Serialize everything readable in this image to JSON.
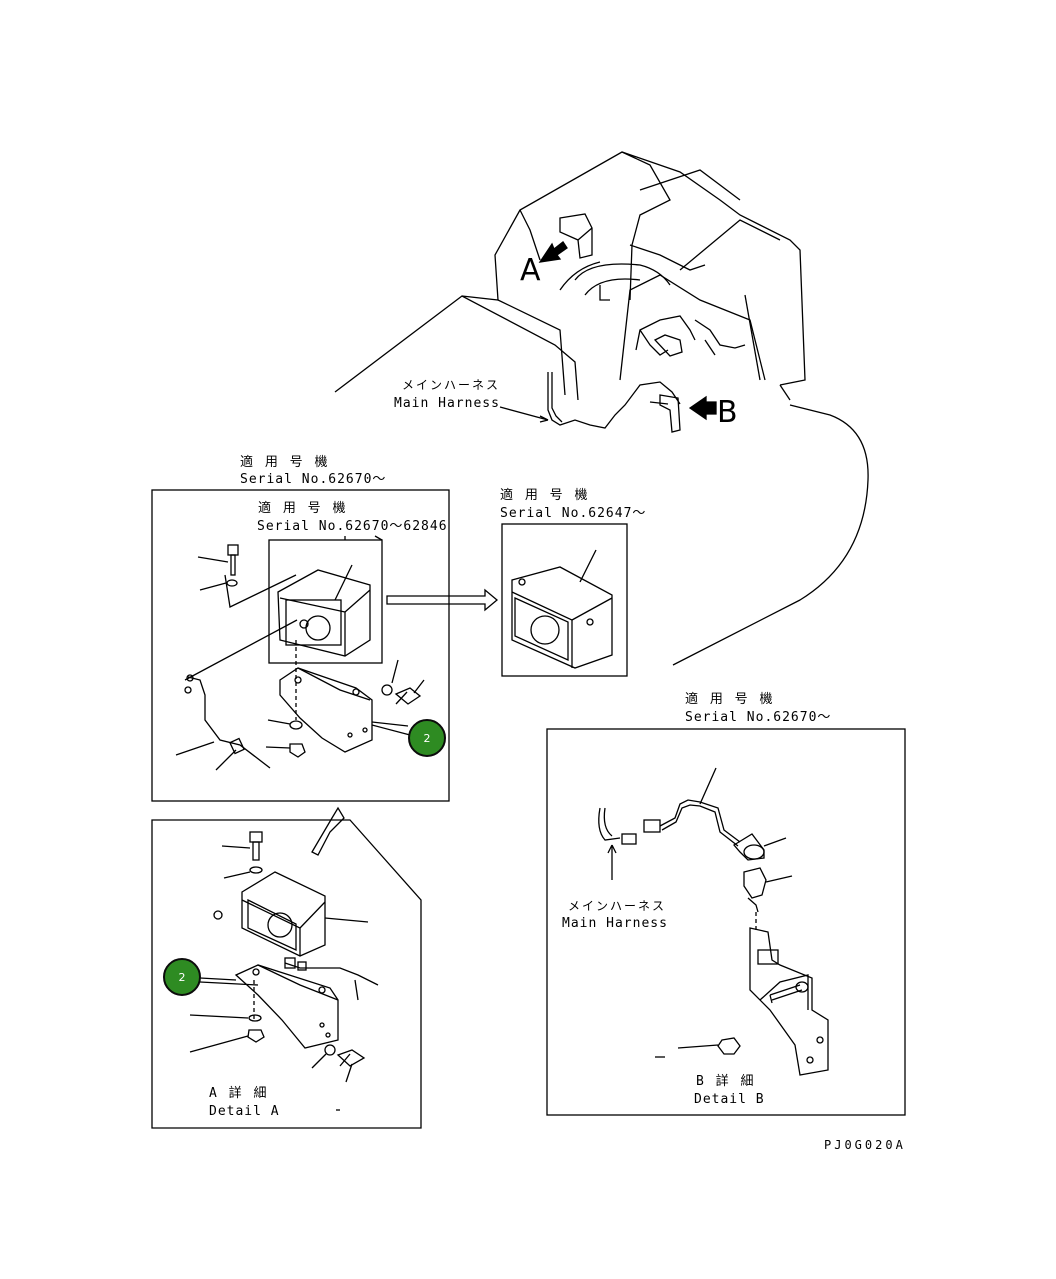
{
  "overview": {
    "detail_a_marker": "A",
    "detail_b_marker": "B",
    "main_harness_jp": "メインハーネス",
    "main_harness_en": "Main Harness"
  },
  "panel_left_top": {
    "serial_jp": "適 用 号 機",
    "serial_en": "Serial No.62670～",
    "inner_serial_jp": "適 用 号 機",
    "inner_serial_en": "Serial No.62670～62846"
  },
  "panel_right_top": {
    "serial_jp": "適 用 号 機",
    "serial_en": "Serial No.62647～"
  },
  "panel_detail_b": {
    "serial_jp": "適 用 号 機",
    "serial_en": "Serial No.62670～",
    "main_harness_jp": "メインハーネス",
    "main_harness_en": "Main Harness",
    "title_jp": "B 詳 細",
    "title_en": "Detail B"
  },
  "panel_detail_a": {
    "title_jp": "A 詳 細",
    "title_en": "Detail A"
  },
  "callouts": [
    {
      "label": "2"
    },
    {
      "label": "2"
    }
  ],
  "drawing_code": "PJ0G020A",
  "colors": {
    "callout_fill": "#2e8b22",
    "line": "#000000"
  }
}
